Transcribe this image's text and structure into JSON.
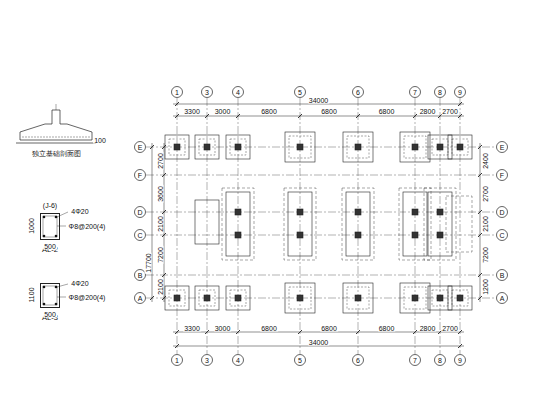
{
  "diagram": {
    "nodes": [
      {
        "text": [
          "AL-2"
        ]
      },
      {
        "text": [
          "AL-3"
        ]
      }
    ],
    "labels": [
      "1",
      "3",
      "4",
      "5",
      "6",
      "7",
      "8",
      "9",
      "1",
      "3",
      "4",
      "5",
      "6",
      "7",
      "8",
      "9",
      "E",
      "F",
      "D",
      "C",
      "B",
      "A",
      "E",
      "F",
      "D",
      "C",
      "B",
      "A",
      "34000",
      "3300",
      "3000",
      "6800",
      "6800",
      "6800",
      "2800",
      "2700",
      "3300",
      "3000",
      "6800",
      "6800",
      "6800",
      "2800",
      "2700",
      "34000",
      "2700",
      "3600",
      "2100",
      "7200",
      "2100",
      "17700",
      "2400",
      "2700",
      "2100",
      "7200",
      "1200",
      "独立基础剖面图",
      "100",
      "(J-6)",
      "4Φ20",
      "Φ8@200(4)",
      "1000",
      "500",
      "4Φ20",
      "Φ8@200(4)",
      "1100",
      "500"
    ]
  }
}
